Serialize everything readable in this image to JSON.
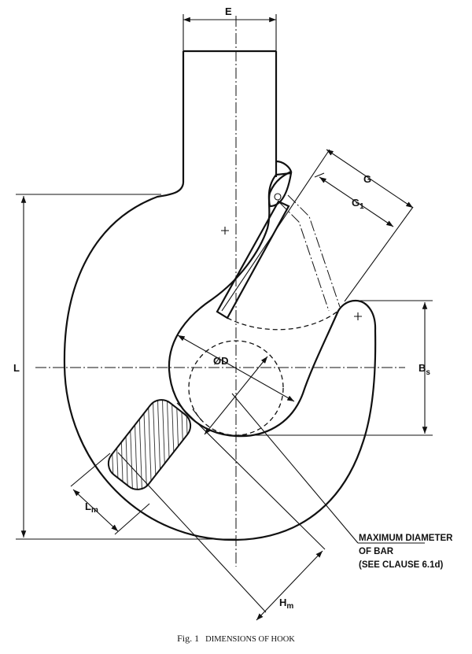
{
  "figure": {
    "caption_fig": "Fig. 1",
    "caption_title": "Dimensions of Hook",
    "labels": {
      "E": "E",
      "G": "G",
      "G1": "G",
      "G1_sub": "1",
      "D": "ØD",
      "L": "L",
      "Bs": "B",
      "Bs_sub": "s",
      "Lm": "L",
      "Lm_sub": "m",
      "Hm": "H",
      "Hm_sub": "m"
    },
    "note": {
      "line1": "MAXIMUM DIAMETER",
      "line2": "OF BAR",
      "line3": "(SEE CLAUSE 6.1d)"
    }
  }
}
